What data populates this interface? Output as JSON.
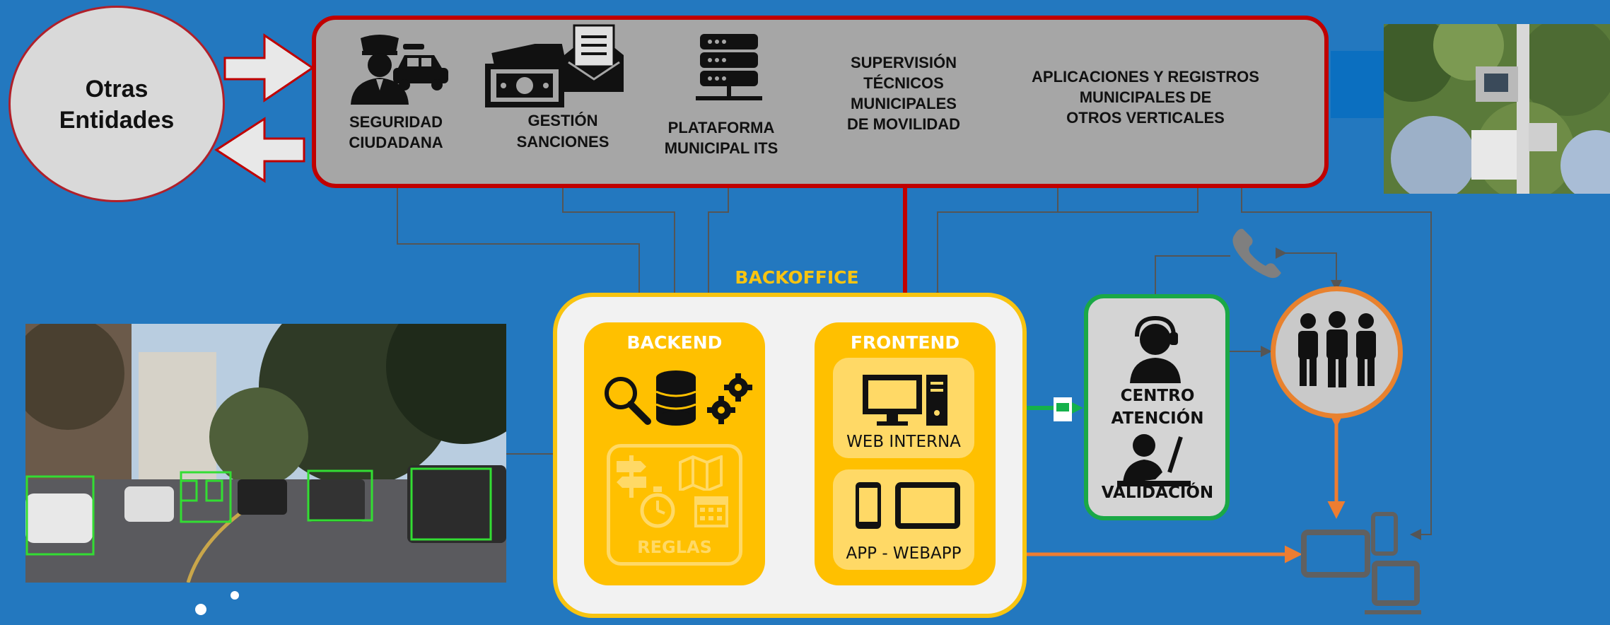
{
  "diagram": {
    "otras_entidades": {
      "line1": "Otras",
      "line2": "Entidades"
    },
    "top_systems": {
      "seguridad": {
        "line1": "SEGURIDAD",
        "line2": "CIUDADANA"
      },
      "gestion": {
        "line1": "GESTIÓN",
        "line2": "SANCIONES"
      },
      "plataforma": {
        "line1": "PLATAFORMA",
        "line2": "MUNICIPAL ITS"
      },
      "supervision": {
        "line1": "SUPERVISIÓN",
        "line2": "TÉCNICOS",
        "line3": "MUNICIPALES",
        "line4": "DE MOVILIDAD"
      },
      "aplicaciones": {
        "line1": "APLICACIONES Y REGISTROS",
        "line2": "MUNICIPALES DE",
        "line3": "OTROS VERTICALES"
      }
    },
    "backoffice": {
      "title": "BACKOFFICE",
      "backend": {
        "title": "BACKEND",
        "rules_label": "REGLAS"
      },
      "frontend": {
        "title": "FRONTEND",
        "web_label": "WEB INTERNA",
        "app_label": "APP - WEBAPP"
      }
    },
    "centro": {
      "line1": "CENTRO",
      "line2": "ATENCIÓN",
      "line3": "VALIDACIÓN"
    }
  },
  "icons": [
    "police-officer-icon",
    "police-car-icon",
    "money-icon",
    "envelope-icon",
    "server-icon",
    "search-icon",
    "database-icon",
    "gears-icon",
    "signpost-icon",
    "map-icon",
    "stopwatch-icon",
    "calendar-icon",
    "desktop-computer-icon",
    "tablet-icon",
    "smartphone-icon",
    "call-center-agent-icon",
    "validator-agent-icon",
    "phone-icon",
    "citizens-group-icon",
    "devices-icon"
  ],
  "colors": {
    "background": "#2378bf",
    "top_border": "#c00000",
    "top_fill": "#a6a6a6",
    "backoffice_border": "#f8c411",
    "panel_yellow": "#ffc000",
    "panel_light_yellow": "#ffd966",
    "centro_border": "#1aa846",
    "citizens_border": "#e8822f",
    "green_arrow": "#14b14b",
    "orange_arrow": "#ed7d31",
    "red_arrow": "#c00000"
  }
}
